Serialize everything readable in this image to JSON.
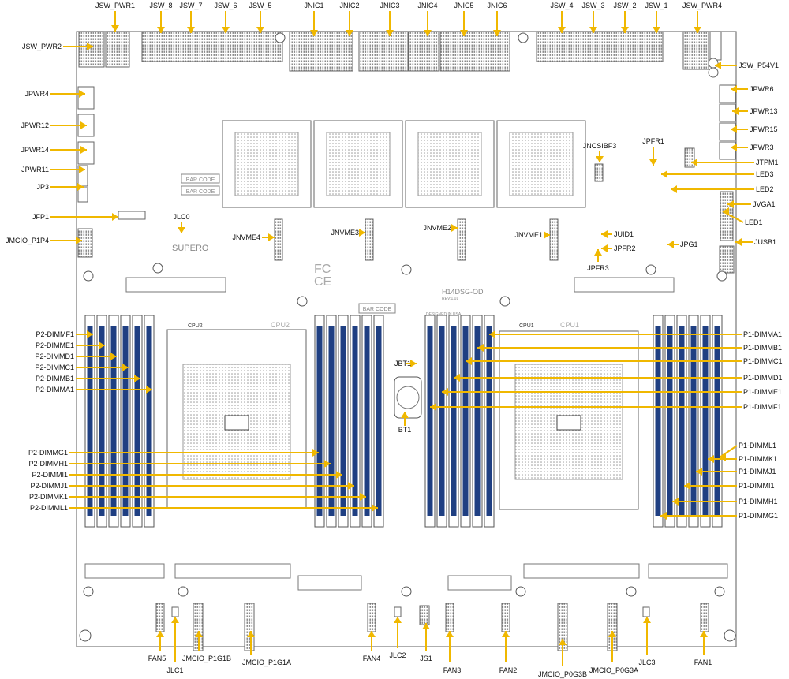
{
  "board_marks": {
    "model": "H14DSG-OD",
    "revision": "REV:1.01",
    "cpu2_label": "CPU2",
    "cpu1_label": "CPU1",
    "bar_code": "BAR CODE",
    "brand": "SUPERO",
    "fcc": "FC",
    "ce": "CE",
    "made_in": "DESIGNED IN USA"
  },
  "callouts": {
    "top": [
      "JSW_PWR1",
      "JSW_8",
      "JSW_7",
      "JSW_6",
      "JSW_5",
      "JNIC1",
      "JNIC2",
      "JNIC3",
      "JNIC4",
      "JNIC5",
      "JNIC6",
      "JSW_4",
      "JSW_3",
      "JSW_2",
      "JSW_1",
      "JSW_PWR4"
    ],
    "left": [
      "JSW_PWR2",
      "JPWR4",
      "JPWR12",
      "JPWR14",
      "JPWR11",
      "JP3",
      "JFP1",
      "JMCIO_P1P4"
    ],
    "left_dimm": [
      "P2-DIMMF1",
      "P2-DIMME1",
      "P2-DIMMD1",
      "P2-DIMMC1",
      "P2-DIMMB1",
      "P2-DIMMA1"
    ],
    "left_dimm2": [
      "P2-DIMMG1",
      "P2-DIMMH1",
      "P2-DIMMI1",
      "P2-DIMMJ1",
      "P2-DIMMK1",
      "P2-DIMML1"
    ],
    "right": [
      "JSW_P54V1",
      "JPWR6",
      "JPWR13",
      "JPWR15",
      "JPWR3",
      "JTPM1",
      "LED3",
      "LED2",
      "JVGA1",
      "LED1",
      "JUSB1"
    ],
    "right_dimm": [
      "P1-DIMMA1",
      "P1-DIMMB1",
      "P1-DIMMC1",
      "P1-DIMMD1",
      "P1-DIMME1",
      "P1-DIMMF1"
    ],
    "right_dimm2": [
      "P1-DIMML1",
      "P1-DIMMK1",
      "P1-DIMMJ1",
      "P1-DIMMI1",
      "P1-DIMMH1",
      "P1-DIMMG1"
    ],
    "mid": [
      "JLC0",
      "JNVME4",
      "JNVME3",
      "JNVME2",
      "JNVME1",
      "JNCSIBF3",
      "JPFR1",
      "JUID1",
      "JPFR2",
      "JPFR3",
      "JPG1",
      "JBT1",
      "BT1"
    ],
    "bottom": [
      "FAN5",
      "JLC1",
      "JMCIO_P1G1B",
      "JMCIO_P1G1A",
      "FAN4",
      "JLC2",
      "JS1",
      "FAN3",
      "FAN2",
      "JMCIO_P0G3B",
      "JMCIO_P0G3A",
      "JLC3",
      "FAN1"
    ]
  },
  "colors": {
    "dimm_blue": "#1f3f82",
    "arrow": "#f0b800",
    "outline": "#555555"
  }
}
